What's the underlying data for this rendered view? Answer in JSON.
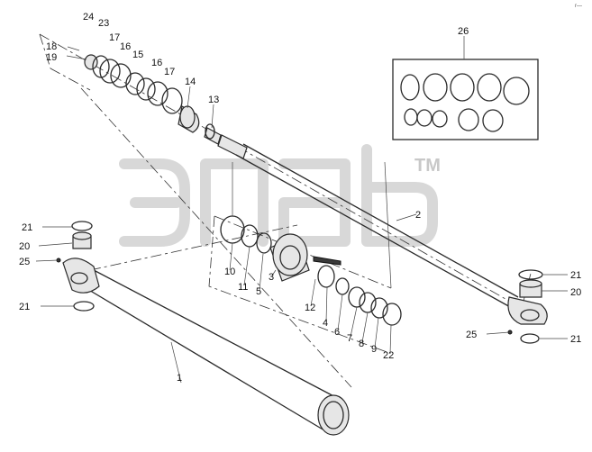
{
  "watermark": {
    "trademark": "TM"
  },
  "corner_mark": "r—",
  "callouts": {
    "c1": "1",
    "c2": "2",
    "c3": "3",
    "c4": "4",
    "c5": "5",
    "c6": "6",
    "c7": "7",
    "c8": "8",
    "c9": "9",
    "c10": "10",
    "c11": "11",
    "c12": "12",
    "c13": "13",
    "c14": "14",
    "c15": "15",
    "c16a": "16",
    "c16b": "16",
    "c17a": "17",
    "c17b": "17",
    "c18": "18",
    "c19": "19",
    "c20a": "20",
    "c20b": "20",
    "c21a": "21",
    "c21b": "21",
    "c21c": "21",
    "c21d": "21",
    "c22": "22",
    "c23": "23",
    "c24": "24",
    "c25a": "25",
    "c25b": "25",
    "c26": "26"
  }
}
